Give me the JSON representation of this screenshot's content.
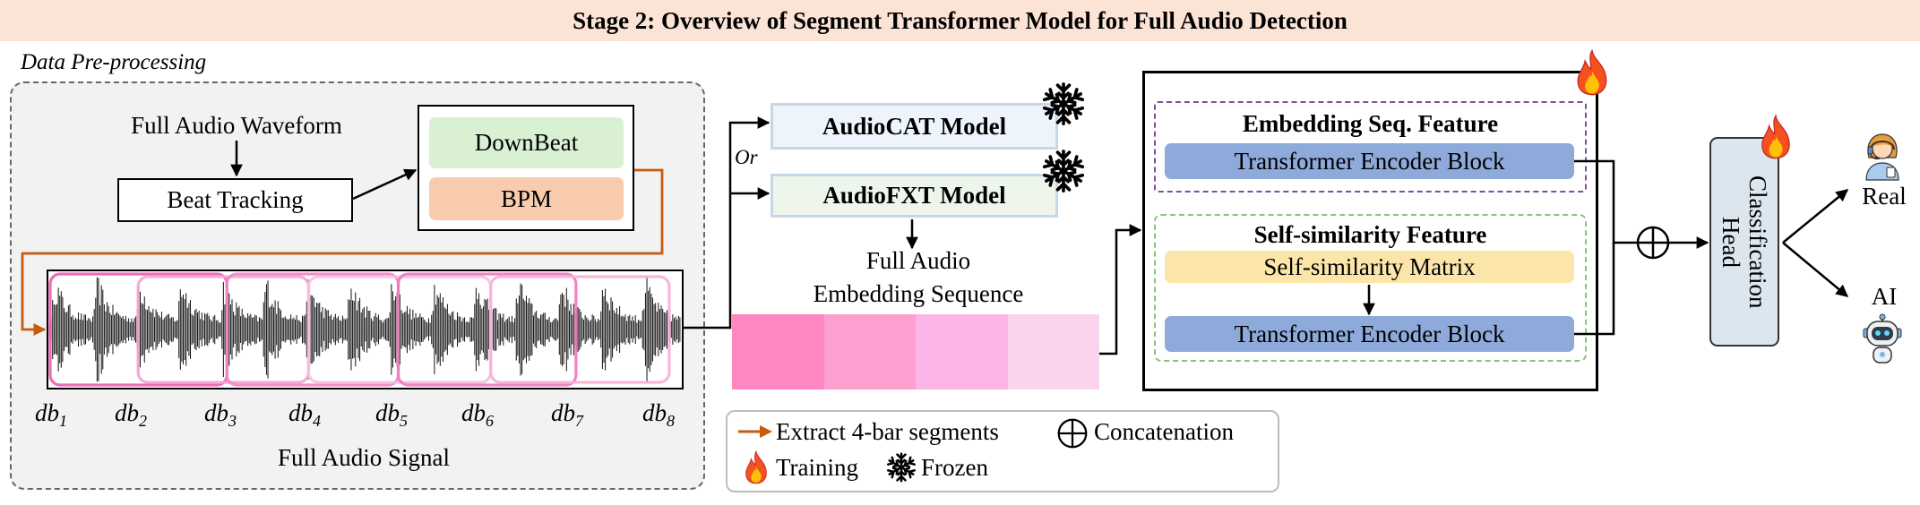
{
  "title": "Stage 2: Overview of Segment Transformer Model for Full Audio Detection",
  "preprocessing": {
    "label": "Data Pre-processing",
    "waveform_label": "Full Audio Waveform",
    "beat_tracking": "Beat Tracking",
    "downbeat": "DownBeat",
    "bpm": "BPM",
    "beat_labels": [
      {
        "base": "db",
        "sub": "1"
      },
      {
        "base": "db",
        "sub": "2"
      },
      {
        "base": "db",
        "sub": "3"
      },
      {
        "base": "db",
        "sub": "4"
      },
      {
        "base": "db",
        "sub": "5"
      },
      {
        "base": "db",
        "sub": "6"
      },
      {
        "base": "db",
        "sub": "7"
      },
      {
        "base": "db",
        "sub": "8"
      }
    ],
    "signal_label": "Full Audio Signal"
  },
  "embedding": {
    "or_label": "Or",
    "audiocat": "AudioCAT Model",
    "audiofxt": "AudioFXT Model",
    "sequence_label_line1": "Full Audio",
    "sequence_label_line2": "Embedding Sequence",
    "sequence_colors": [
      "#ff86c1",
      "#fd9fcf",
      "#fdb4e6",
      "#fcd3ef"
    ]
  },
  "model": {
    "embedding_feature": {
      "title": "Embedding Seq. Feature",
      "block": "Transformer Encoder Block"
    },
    "self_similarity_feature": {
      "title": "Self-similarity Feature",
      "matrix": "Self-similarity Matrix",
      "block": "Transformer Encoder Block"
    },
    "classifier": {
      "line1": "Classification",
      "line2": "Head"
    }
  },
  "outputs": {
    "real": "Real",
    "ai": "AI"
  },
  "legend": {
    "extract": "Extract 4-bar segments",
    "concat": "Concatenation",
    "training": "Training",
    "frozen": "Frozen"
  },
  "icons": {
    "training": "fire-icon",
    "frozen": "snowflake-icon",
    "concatenation": "circle-plus-icon",
    "real": "human-agent-icon",
    "ai": "robot-icon"
  },
  "colors": {
    "title_bg": "#fbe3d6",
    "extract_arrow": "#c55a11",
    "downbeat": "#d9f0d3",
    "bpm": "#f8cbad",
    "audiocat_bg": "#eef4fb",
    "audiofxt_bg": "#eef6ec",
    "encoder_block": "#8eaadb",
    "matrix": "#fbe5a8",
    "classifier": "#dce6ef",
    "segment_windows": [
      "#ee5fb2",
      "#f7a3d3",
      "#f285c5",
      "#fbbde1",
      "#f07ac0",
      "#f8b0da"
    ]
  }
}
